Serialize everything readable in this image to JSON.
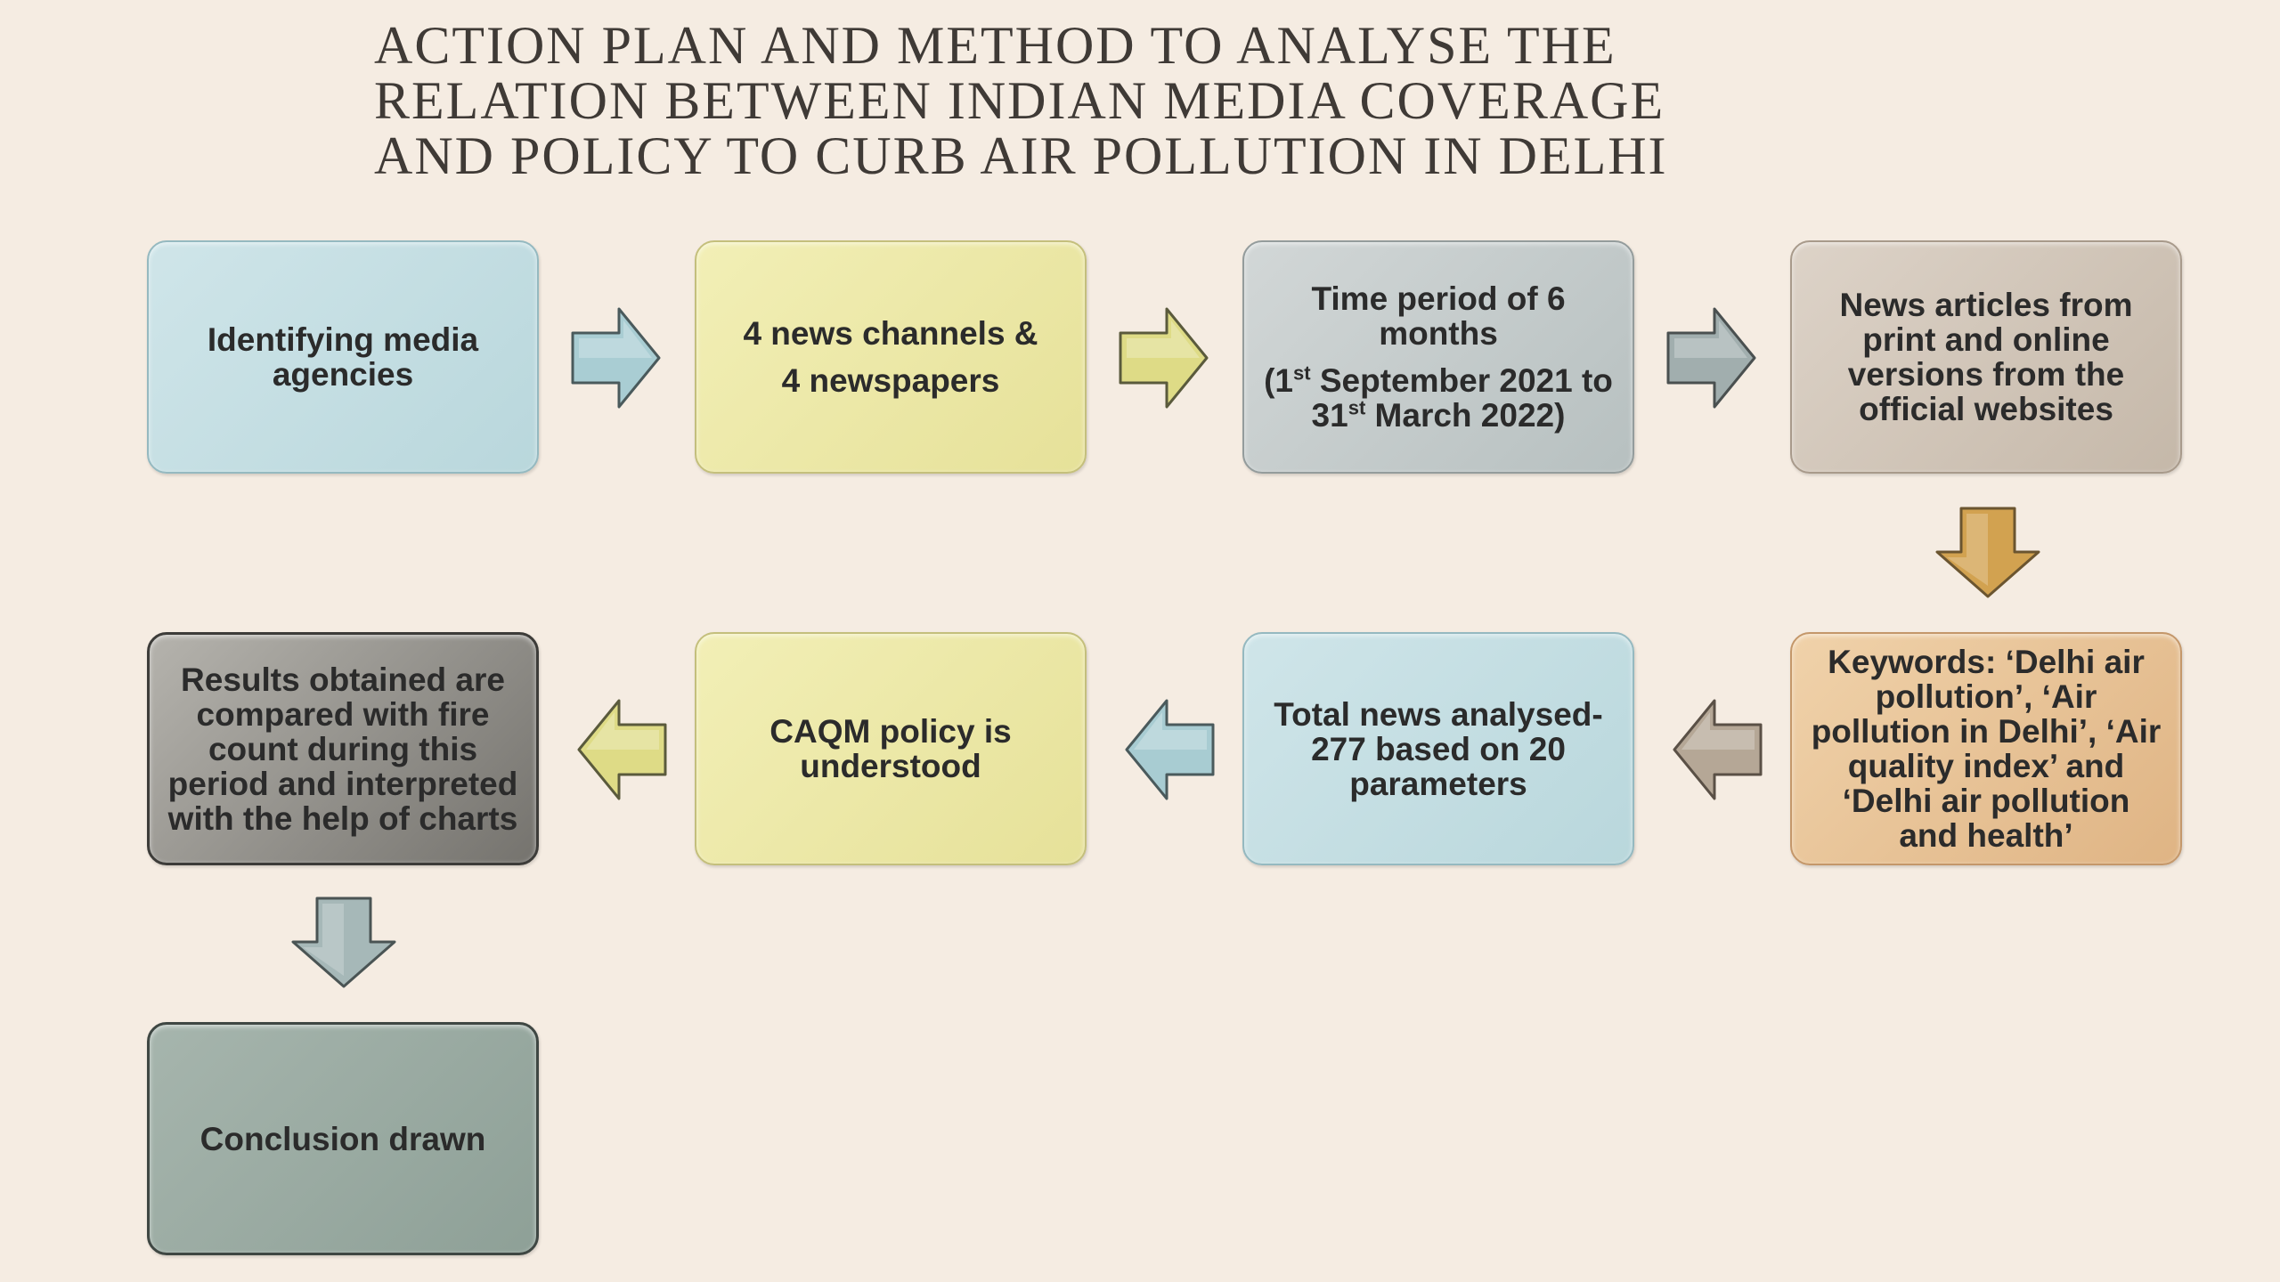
{
  "title": {
    "line1": "ACTION PLAN AND METHOD TO ANALYSE THE",
    "line2": "RELATION BETWEEN INDIAN MEDIA COVERAGE",
    "line3": "AND POLICY TO CURB AIR POLLUTION IN DELHI"
  },
  "steps": {
    "s1": {
      "l1": "Identifying media",
      "l2": "agencies"
    },
    "s2": {
      "l1": "4 news channels &",
      "l2": "4 newspapers"
    },
    "s3": {
      "l1": "Time period of 6",
      "l2": "months",
      "l3a": "(1",
      "l3sup": "st",
      "l3b": " September 2021 to",
      "l4a": "31",
      "l4sup": "st",
      "l4b": " March 2022)"
    },
    "s4": {
      "l1": "News articles from",
      "l2": "print and online",
      "l3": "versions from the",
      "l4": "official websites"
    },
    "s5": {
      "l1": "Keywords: ‘Delhi air",
      "l2": "pollution’, ‘Air",
      "l3": "pollution in Delhi’, ‘Air",
      "l4": "quality index’ and",
      "l5": "‘Delhi air pollution",
      "l6": "and health’"
    },
    "s6": {
      "l1": "Total news analysed-",
      "l2": "277 based on 20",
      "l3": "parameters"
    },
    "s7": {
      "l1": "CAQM policy is",
      "l2": "understood"
    },
    "s8": {
      "l1": "Results obtained are",
      "l2": "compared with fire",
      "l3": "count during this",
      "l4": "period and interpreted",
      "l5": "with the help of charts"
    },
    "s9": {
      "l1": "Conclusion drawn"
    }
  },
  "colors": {
    "blue": "#b9d7dc",
    "yellow": "#e6e199",
    "grey": "#b7c0c0",
    "taupe": "#c5b8a9",
    "tan": "#dfb484",
    "dark": "#75736e",
    "slate": "#8ea097",
    "arrow_blue": "#a9cdd3",
    "arrow_yellow": "#dedb86",
    "arrow_grey": "#a1aeae",
    "arrow_gold": "#d2a250",
    "arrow_taupe": "#b5a796",
    "arrow_lightblue": "#a8ccd2",
    "arrow_slate": "#a6b8b8"
  }
}
